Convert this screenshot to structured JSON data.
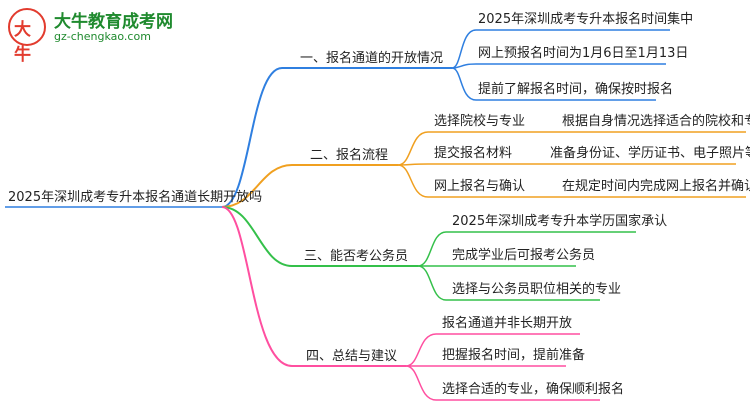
{
  "logo": {
    "mark": "大牛",
    "title": "大牛教育成考网",
    "url": "gz-chengkao.com"
  },
  "root": "2025年深圳成考专升本报名通道长期开放吗",
  "colors": {
    "blue": "#2f7fe0",
    "orange": "#f0a020",
    "green": "#34c04a",
    "pink": "#ff4fa0"
  },
  "branches": [
    {
      "label": "一、报名通道的开放情况",
      "items": [
        "2025年深圳成考专升本报名时间集中",
        "网上预报名时间为1月6日至1月13日",
        "提前了解报名时间，确保按时报名"
      ]
    },
    {
      "label": "二、报名流程",
      "items": [
        {
          "label": "选择院校与专业",
          "detail": "根据自身情况选择适合的院校和专业"
        },
        {
          "label": "提交报名材料",
          "detail": "准备身份证、学历证书、电子照片等"
        },
        {
          "label": "网上报名与确认",
          "detail": "在规定时间内完成网上报名并确认信息"
        }
      ]
    },
    {
      "label": "三、能否考公务员",
      "items": [
        "2025年深圳成考专升本学历国家承认",
        "完成学业后可报考公务员",
        "选择与公务员职位相关的专业"
      ]
    },
    {
      "label": "四、总结与建议",
      "items": [
        "报名通道并非长期开放",
        "把握报名时间，提前准备",
        "选择合适的专业，确保顺利报名"
      ]
    }
  ]
}
